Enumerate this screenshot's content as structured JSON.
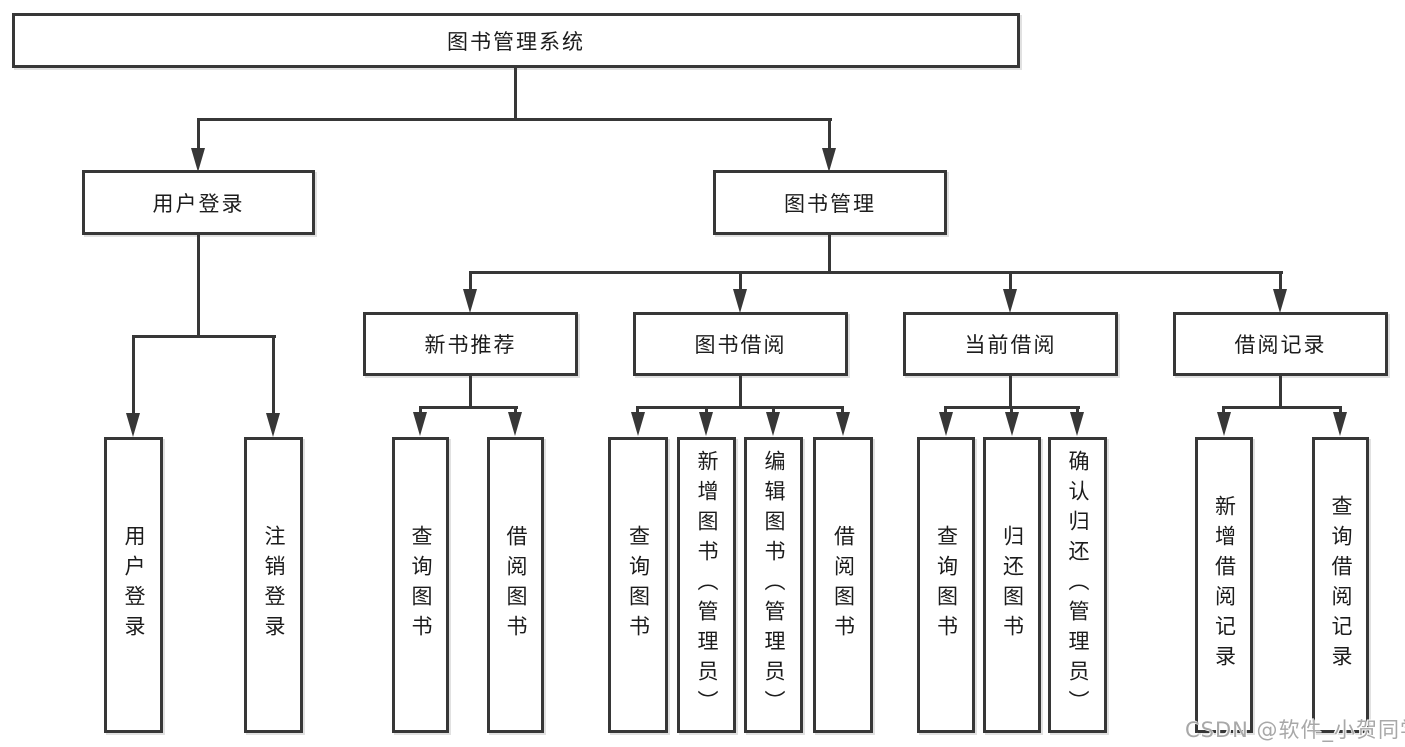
{
  "diagram": {
    "root": {
      "label": "图书管理系统"
    },
    "level2": [
      {
        "label": "用户登录"
      },
      {
        "label": "图书管理"
      }
    ],
    "level3": [
      {
        "label": "新书推荐",
        "parent": "图书管理"
      },
      {
        "label": "图书借阅",
        "parent": "图书管理"
      },
      {
        "label": "当前借阅",
        "parent": "图书管理"
      },
      {
        "label": "借阅记录",
        "parent": "图书管理"
      }
    ],
    "leaves": [
      {
        "label": "用户登录",
        "parent": "用户登录"
      },
      {
        "label": "注销登录",
        "parent": "用户登录"
      },
      {
        "label": "查询图书",
        "parent": "新书推荐"
      },
      {
        "label": "借阅图书",
        "parent": "新书推荐"
      },
      {
        "label": "查询图书",
        "parent": "图书借阅"
      },
      {
        "label": "新增图书（管理员）",
        "parent": "图书借阅"
      },
      {
        "label": "编辑图书（管理员）",
        "parent": "图书借阅"
      },
      {
        "label": "借阅图书",
        "parent": "图书借阅"
      },
      {
        "label": "查询图书",
        "parent": "当前借阅"
      },
      {
        "label": "归还图书",
        "parent": "当前借阅"
      },
      {
        "label": "确认归还（管理员）",
        "parent": "当前借阅"
      },
      {
        "label": "新增借阅记录",
        "parent": "借阅记录"
      },
      {
        "label": "查询借阅记录",
        "parent": "借阅记录"
      }
    ]
  },
  "watermark": {
    "text": "CSDN @软件_小贺同学"
  },
  "colors": {
    "line": "#373737",
    "text": "#1c1c1c",
    "background": "#ffffff",
    "watermark": "#a8a8a8"
  }
}
